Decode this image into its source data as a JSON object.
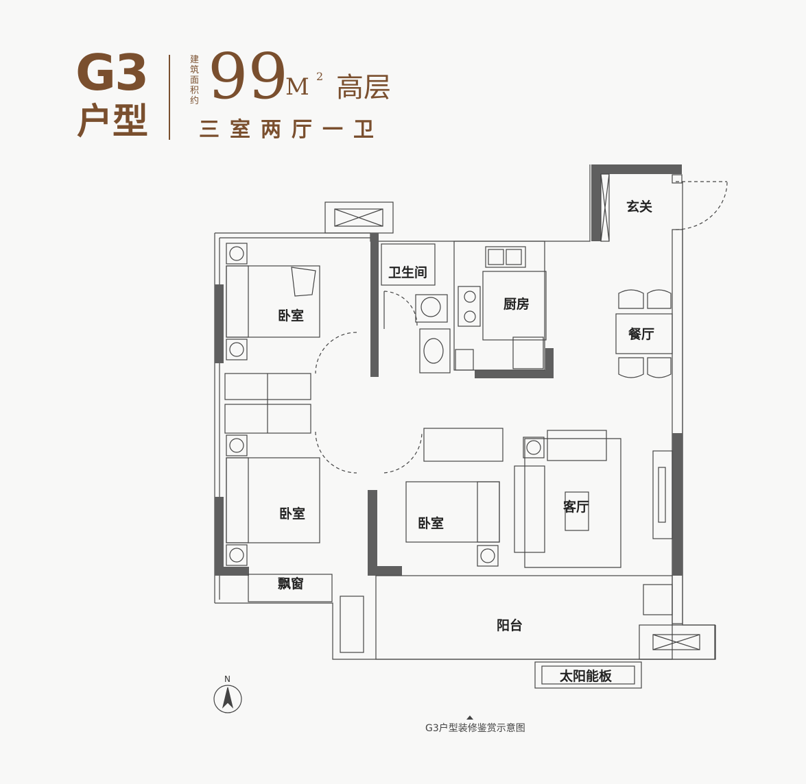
{
  "header": {
    "unit_code": "G3",
    "type_word": "户型",
    "area_label": "建筑面积约",
    "area_value": "99",
    "area_unit": "M",
    "area_sup": "2",
    "building_type": "高层",
    "layout_desc": "三室两厅一卫"
  },
  "rooms": {
    "foyer": "玄关",
    "bathroom": "卫生间",
    "kitchen": "厨房",
    "dining": "餐厅",
    "bedroom_1": "卧室",
    "bedroom_2": "卧室",
    "bedroom_3": "卧室",
    "living": "客厅",
    "bay_window": "飘窗",
    "balcony": "阳台",
    "solar_panel": "太阳能板"
  },
  "compass": {
    "label": "N"
  },
  "caption": "G3户型装修鉴赏示意图",
  "colors": {
    "brand": "#7a4f2e",
    "wall": "#5f5f5f",
    "line": "#333333"
  }
}
